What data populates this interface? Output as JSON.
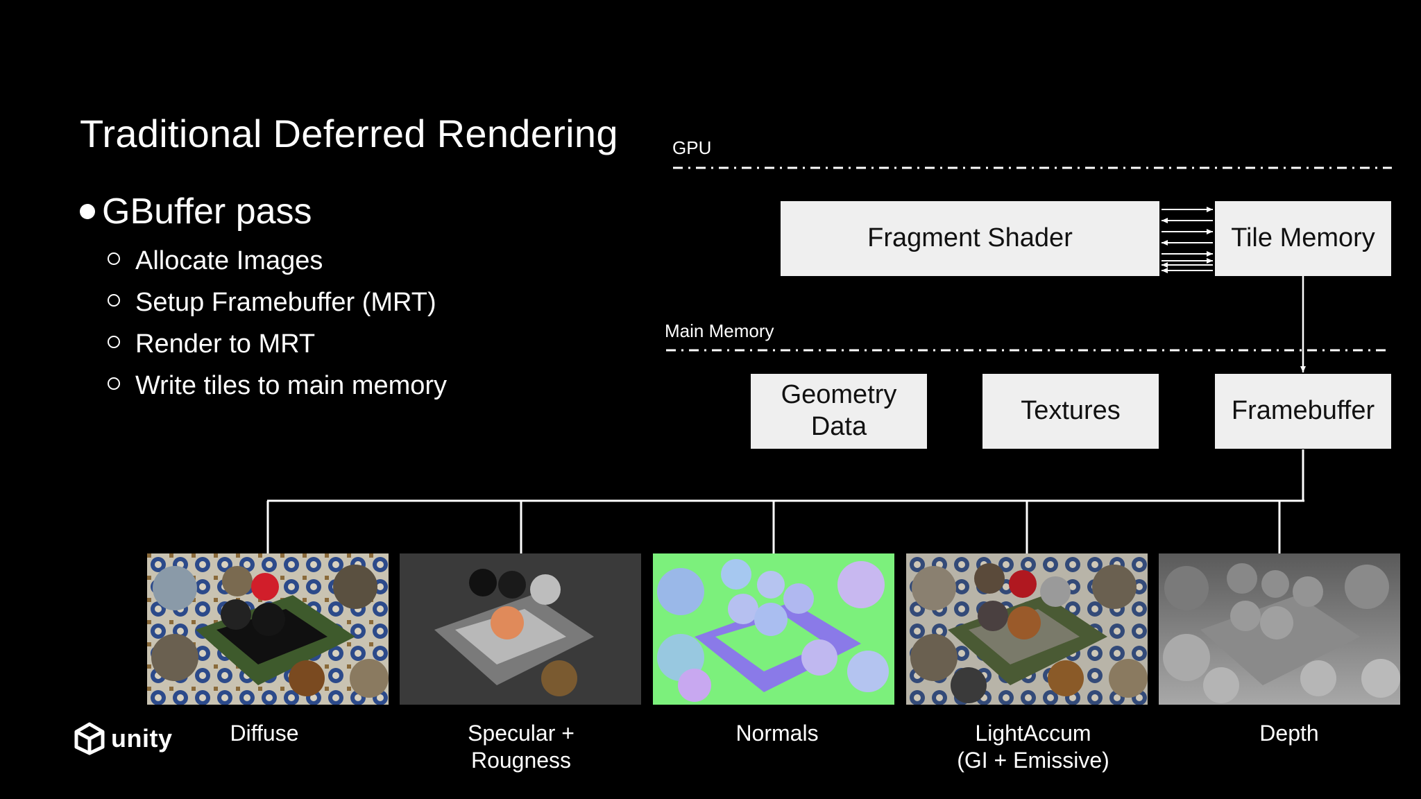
{
  "slide": {
    "title": "Traditional Deferred Rendering",
    "bullet_main": "GBuffer pass",
    "sub_bullets": [
      "Allocate Images",
      "Setup Framebuffer (MRT)",
      "Render to MRT",
      "Write tiles to main memory"
    ]
  },
  "diagram": {
    "gpu_label": "GPU",
    "main_memory_label": "Main Memory",
    "fragment_shader": "Fragment Shader",
    "tile_memory": "Tile Memory",
    "geometry_data_line1": "Geometry",
    "geometry_data_line2": "Data",
    "textures": "Textures",
    "framebuffer": "Framebuffer",
    "box_color": "#efefef",
    "line_color": "#ffffff"
  },
  "gbuffers": [
    {
      "caption_line1": "Diffuse",
      "caption_line2": "",
      "icon": "diffuse-render"
    },
    {
      "caption_line1": "Specular +",
      "caption_line2": "Rougness",
      "icon": "specular-render"
    },
    {
      "caption_line1": "Normals",
      "caption_line2": "",
      "icon": "normals-render"
    },
    {
      "caption_line1": "LightAccum",
      "caption_line2": "(GI + Emissive)",
      "icon": "lightaccum-render"
    },
    {
      "caption_line1": "Depth",
      "caption_line2": "",
      "icon": "depth-render"
    }
  ],
  "logo": {
    "text": "unity",
    "icon": "unity-cube-icon"
  }
}
